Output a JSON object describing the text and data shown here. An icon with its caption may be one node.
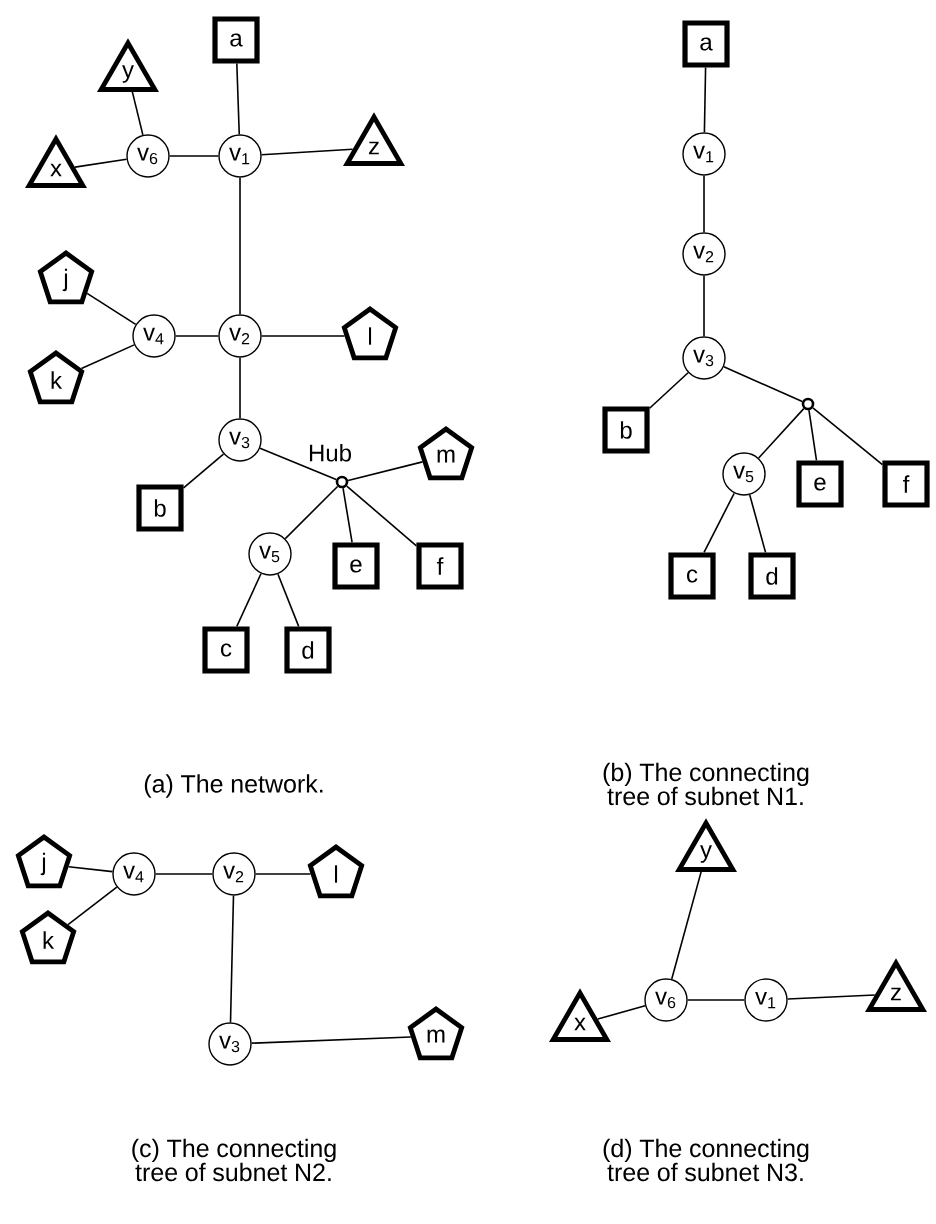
{
  "diagram": {
    "nodes": [
      {
        "text": [
          "a"
        ]
      },
      {
        "text": [
          "v$_{1}$"
        ]
      },
      {
        "text": [
          "z"
        ]
      },
      {
        "text": [
          "v$_{6}$"
        ]
      },
      {
        "text": [
          "y"
        ]
      },
      {
        "text": [
          "x"
        ]
      },
      {
        "text": [
          "v$_{4}$"
        ]
      },
      {
        "text": [
          "j"
        ]
      },
      {
        "text": [
          "k"
        ]
      },
      {
        "text": [
          "v$_{2}$"
        ]
      },
      {
        "text": [
          "l"
        ]
      },
      {
        "text": [
          "v$_{3}$"
        ]
      },
      {
        "text": [
          "b"
        ]
      },
      {
        "text": [],
        "shape": "circle",
        "beside": [
          "Hub"
        ]
      },
      {
        "text": [
          "m"
        ]
      },
      {
        "text": [
          "v$_{5}$"
        ]
      },
      {
        "text": [
          "e"
        ]
      },
      {
        "text": [
          "f"
        ]
      },
      {
        "text": [
          "c"
        ]
      },
      {
        "text": [
          "d"
        ]
      },
      {
        "text": [
          "a"
        ]
      },
      {
        "text": [
          "v$_{1}$"
        ]
      },
      {
        "text": [
          "v$_{2}$"
        ]
      },
      {
        "text": [
          "v$_{3}$"
        ]
      },
      {
        "text": [
          "b"
        ]
      },
      {
        "text": [],
        "shape": "circle"
      },
      {
        "text": [
          "v$_{5}$"
        ]
      },
      {
        "text": [
          "e"
        ]
      },
      {
        "text": [
          "f"
        ]
      },
      {
        "text": [
          "c"
        ]
      },
      {
        "text": [
          "d"
        ]
      },
      {
        "text": [
          "j"
        ]
      },
      {
        "text": [
          "v$_{4}$"
        ]
      },
      {
        "text": [
          "k"
        ]
      },
      {
        "text": [
          "v$_{2}$"
        ]
      },
      {
        "text": [
          "l"
        ]
      },
      {
        "text": [
          "v$_{3}$"
        ]
      },
      {
        "text": [
          "m"
        ]
      },
      {
        "text": [
          "y"
        ]
      },
      {
        "text": [
          "v$_{6}$"
        ]
      },
      {
        "text": [
          "x"
        ]
      },
      {
        "text": [
          "v$_{1}$"
        ]
      },
      {
        "text": [
          "z"
        ]
      }
    ],
    "edges": [
      {
        "from": 0,
        "to": 1,
        "arrow": "none"
      },
      {
        "from": 1,
        "to": 2,
        "arrow": "none"
      },
      {
        "from": 3,
        "to": 1,
        "arrow": "none"
      },
      {
        "from": 4,
        "to": 3,
        "arrow": "none"
      },
      {
        "from": 5,
        "to": 3,
        "arrow": "none"
      },
      {
        "from": 1,
        "to": 9,
        "arrow": "none"
      },
      {
        "from": 7,
        "to": 6,
        "arrow": "none"
      },
      {
        "from": 8,
        "to": 6,
        "arrow": "none"
      },
      {
        "from": 6,
        "to": 9,
        "arrow": "none"
      },
      {
        "from": 9,
        "to": 10,
        "arrow": "none"
      },
      {
        "from": 9,
        "to": 11,
        "arrow": "none"
      },
      {
        "from": 11,
        "to": 12,
        "arrow": "none"
      },
      {
        "from": 11,
        "to": 13,
        "arrow": "none"
      },
      {
        "from": 13,
        "to": 14,
        "arrow": "none"
      },
      {
        "from": 13,
        "to": 15,
        "arrow": "none"
      },
      {
        "from": 13,
        "to": 16,
        "arrow": "none"
      },
      {
        "from": 13,
        "to": 17,
        "arrow": "none"
      },
      {
        "from": 15,
        "to": 18,
        "arrow": "none"
      },
      {
        "from": 15,
        "to": 19,
        "arrow": "none"
      },
      {
        "from": 20,
        "to": 21,
        "arrow": "none"
      },
      {
        "from": 21,
        "to": 22,
        "arrow": "none"
      },
      {
        "from": 22,
        "to": 23,
        "arrow": "none"
      },
      {
        "from": 23,
        "to": 24,
        "arrow": "none"
      },
      {
        "from": 23,
        "to": 25,
        "arrow": "none"
      },
      {
        "from": 25,
        "to": 26,
        "arrow": "none"
      },
      {
        "from": 25,
        "to": 27,
        "arrow": "none"
      },
      {
        "from": 25,
        "to": 28,
        "arrow": "none"
      },
      {
        "from": 26,
        "to": 29,
        "arrow": "none"
      },
      {
        "from": 26,
        "to": 30,
        "arrow": "none"
      },
      {
        "from": 31,
        "to": 32,
        "arrow": "none"
      },
      {
        "from": 33,
        "to": 32,
        "arrow": "none"
      },
      {
        "from": 32,
        "to": 34,
        "arrow": "none"
      },
      {
        "from": 34,
        "to": 35,
        "arrow": "none"
      },
      {
        "from": 34,
        "to": 36,
        "arrow": "none"
      },
      {
        "from": 36,
        "to": 37,
        "arrow": "none"
      },
      {
        "from": 38,
        "to": 39,
        "arrow": "none"
      },
      {
        "from": 40,
        "to": 39,
        "arrow": "none"
      },
      {
        "from": 39,
        "to": 41,
        "arrow": "none"
      },
      {
        "from": 41,
        "to": 42,
        "arrow": "none"
      }
    ],
    "labels": [
      "(a) The network.",
      "(b) The connecting tree of subnet N1.",
      "(c) The connecting tree of subnet N2.",
      "(d) The connecting tree of subnet N3."
    ]
  }
}
